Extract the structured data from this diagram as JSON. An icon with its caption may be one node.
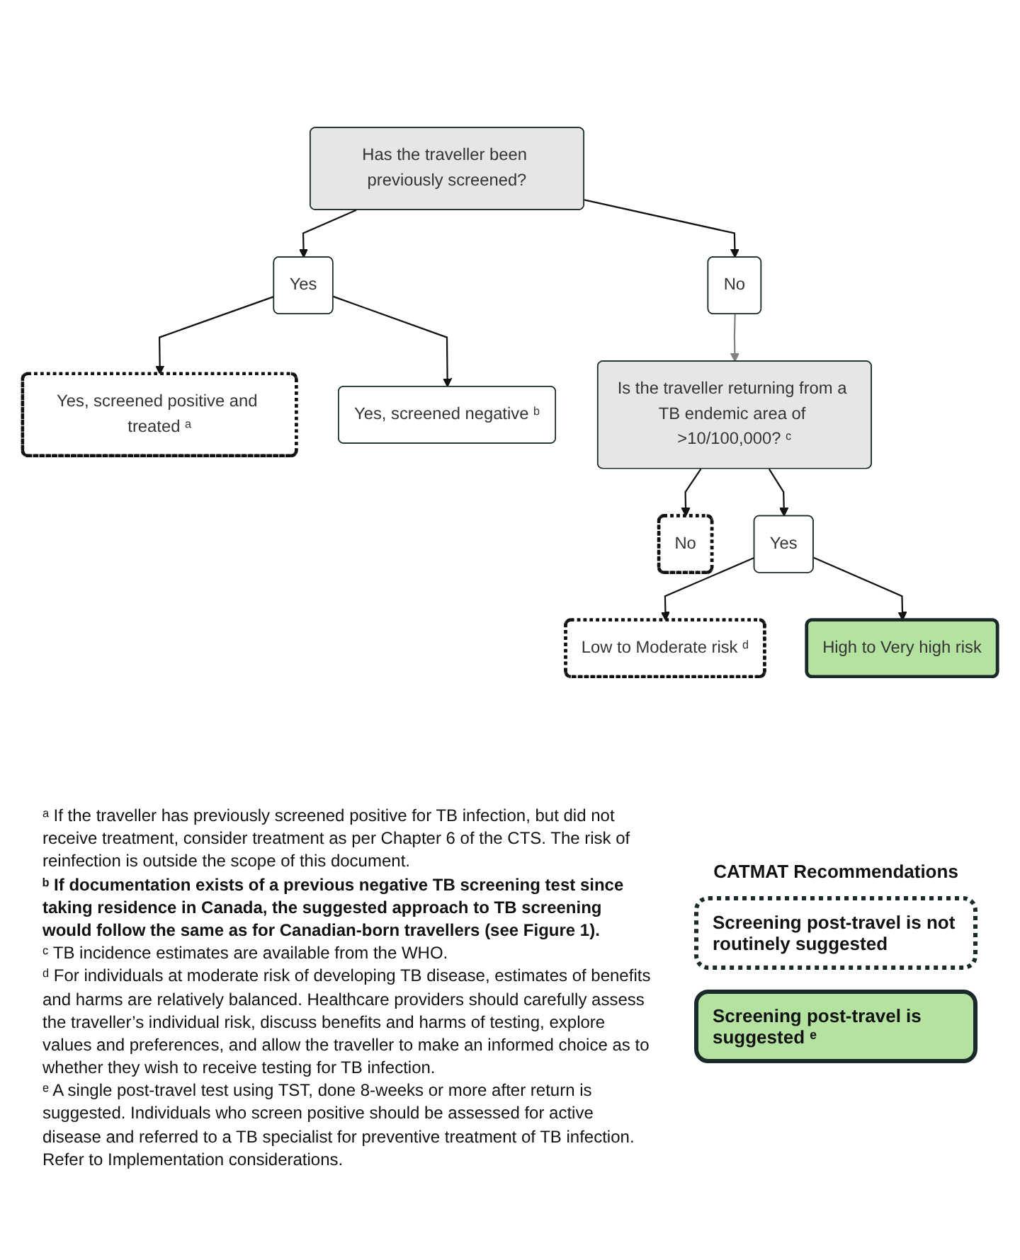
{
  "diagram": {
    "nodes": [
      {
        "text": [
          "Has the traveller been previously screened?"
        ]
      },
      {
        "text": [
          "Yes"
        ]
      },
      {
        "text": [
          "No"
        ]
      },
      {
        "text": [
          "Yes, screened positive and treated ᵃ"
        ]
      },
      {
        "text": [
          "Yes, screened negative ᵇ"
        ]
      },
      {
        "text": [
          "Is the traveller returning from a TB endemic area of >10/100,000? ᶜ"
        ]
      },
      {
        "text": [
          "No"
        ]
      },
      {
        "text": [
          "Yes"
        ]
      },
      {
        "text": [
          "Low to Moderate risk ᵈ"
        ]
      },
      {
        "text": [
          "High to Very high risk"
        ]
      }
    ],
    "edges": [
      {
        "from": 0,
        "to": 1,
        "arrow": "to"
      },
      {
        "from": 0,
        "to": 2,
        "arrow": "to"
      },
      {
        "from": 1,
        "to": 3,
        "arrow": "to"
      },
      {
        "from": 1,
        "to": 4,
        "arrow": "to"
      },
      {
        "from": 2,
        "to": 5,
        "arrow": "to",
        "color": "#808080"
      },
      {
        "from": 5,
        "to": 6,
        "arrow": "to"
      },
      {
        "from": 5,
        "to": 7,
        "arrow": "to"
      },
      {
        "from": 7,
        "to": 8,
        "arrow": "to"
      },
      {
        "from": 7,
        "to": 9,
        "arrow": "to"
      }
    ],
    "labels": [
      "CATMAT Recommendations",
      "ᵃ If the traveller has previously screened positive for TB infection, but did not receive treatment, consider treatment as per Chapter 6 of the CTS. The risk of reinfection is outside the scope of this document.",
      "ᵇ If documentation exists of a previous negative TB screening test since taking residence in Canada, the suggested approach to TB screening would follow the same as for Canadian-born travellers (see Figure 1).",
      "ᶜ TB incidence estimates are available from the WHO.",
      "ᵈ For individuals at moderate risk of developing TB disease, estimates of benefits and harms are relatively balanced. Healthcare providers should carefully assess the traveller’s individual risk, discuss benefits and harms of testing, explore values and preferences, and allow the traveller to make an informed choice as to whether they wish to receive testing for TB infection.",
      "ᵉ A single post-travel test using TST, done 8-weeks or more after return is suggested. Individuals who screen positive should be assessed for active disease and referred to a TB specialist for preventive treatment of TB infection. Refer to Implementation considerations."
    ],
    "legend": [
      {
        "text": "Screening post-travel is not routinely suggested"
      },
      {
        "text": "Screening post-travel is suggested ᵉ",
        "color": "#b3e2a1"
      }
    ]
  }
}
